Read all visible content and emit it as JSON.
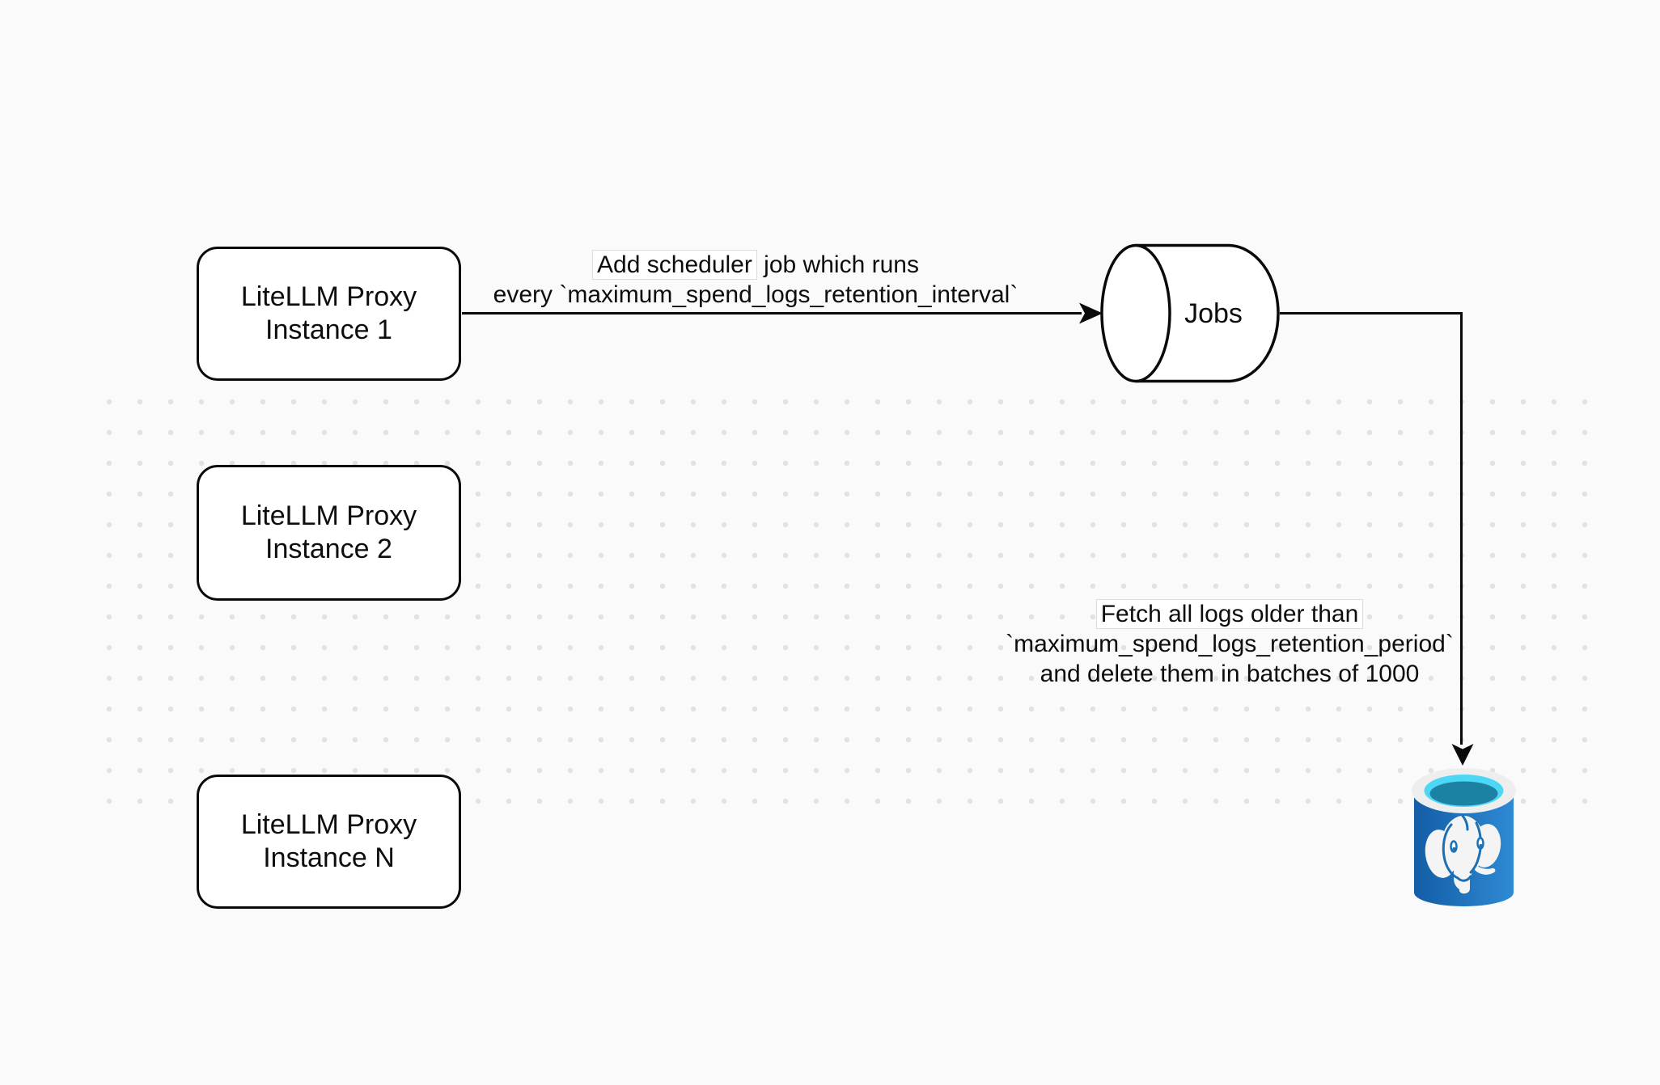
{
  "nodes": {
    "instance1": {
      "line1": "LiteLLM Proxy",
      "line2": "Instance 1"
    },
    "instance2": {
      "line1": "LiteLLM Proxy",
      "line2": "Instance 2"
    },
    "instanceN": {
      "line1": "LiteLLM Proxy",
      "line2": "Instance N"
    },
    "jobs": {
      "label": "Jobs"
    },
    "database": {
      "icon": "postgresql-icon"
    }
  },
  "edges": {
    "schedule": {
      "line1_boxed": "Add scheduler",
      "line1_rest": " job which runs",
      "line2": "every `maximum_spend_logs_retention_interval`"
    },
    "fetch": {
      "line1": "Fetch all logs older than",
      "line2": "`maximum_spend_logs_retention_period`",
      "line3": "and delete them in batches of 1000"
    }
  },
  "colors": {
    "background": "#fafafa",
    "grid_dot": "#e2e2e2",
    "stroke": "#0a0a0a",
    "node_fill": "#ffffff",
    "postgres_blue_dark": "#135da6",
    "postgres_blue_light": "#2e8ad3",
    "postgres_rim": "#eeeeee",
    "postgres_cyan": "#4dd7f6",
    "postgres_teal": "#1d81a4",
    "postgres_elephant": "#f4f4f4"
  }
}
